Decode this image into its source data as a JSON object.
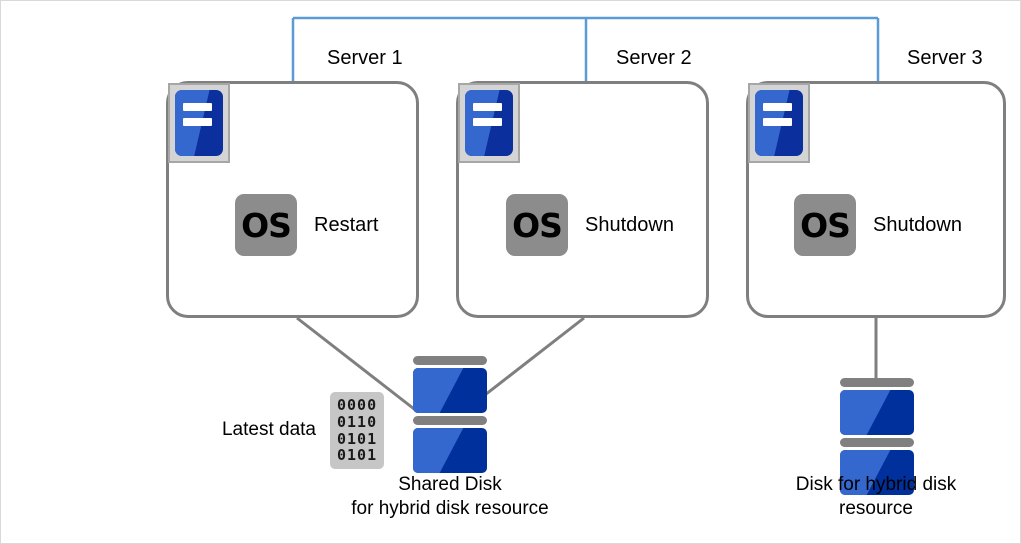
{
  "diagram": {
    "title": "Hybrid disk resource server cluster diagram",
    "network": {
      "name": "interconnect-line",
      "color": "#5b9bd5"
    },
    "colors": {
      "server_border": "#7f7f7f",
      "connector": "#7f7f7f",
      "network": "#5b9bd5",
      "disk_light": "#3568cf",
      "disk_dark": "#00309b",
      "os_badge": "#8c8c8c",
      "data_block": "#c6c6c6",
      "page_border": "#d9d9d9"
    },
    "servers": [
      {
        "id": "server-1",
        "label": "Server 1",
        "os_text": "OS",
        "state": "Restart",
        "icon": "server-rack-icon"
      },
      {
        "id": "server-2",
        "label": "Server 2",
        "os_text": "OS",
        "state": "Shutdown",
        "icon": "server-rack-icon"
      },
      {
        "id": "server-3",
        "label": "Server 3",
        "os_text": "OS",
        "state": "Shutdown",
        "icon": "server-rack-icon"
      }
    ],
    "data_block": {
      "label": "Latest data",
      "rows": [
        "0000",
        "0110",
        "0101",
        "0101"
      ]
    },
    "disks": [
      {
        "id": "shared-disk",
        "caption": "Shared  Disk\n for hybrid disk resource",
        "icon": "disk-icon"
      },
      {
        "id": "hybrid-disk",
        "caption": "Disk for hybrid disk\nresource",
        "icon": "disk-icon"
      }
    ]
  }
}
